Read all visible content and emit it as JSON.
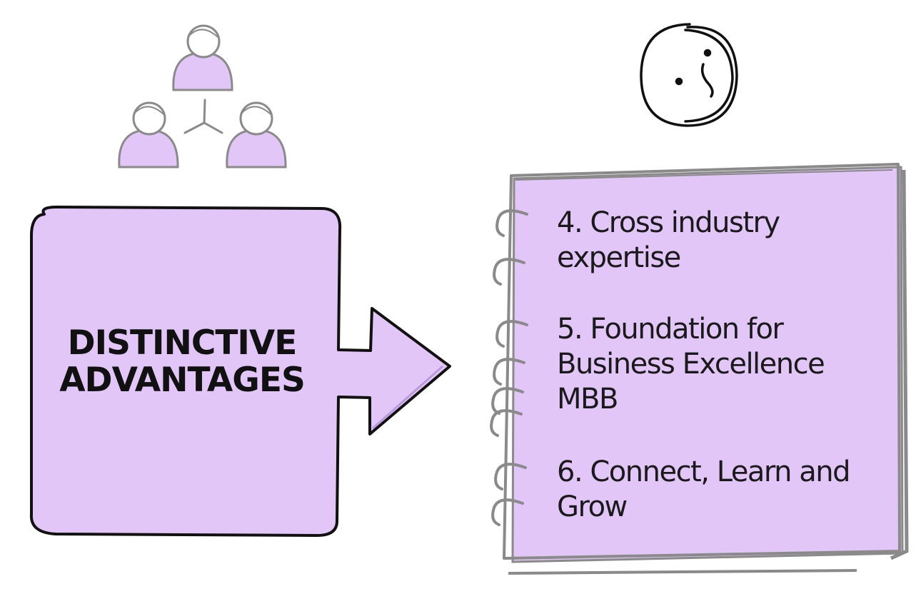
{
  "title": [
    "DISTINCTIVE",
    "ADVANTAGES"
  ],
  "items": [
    "4. Cross industry expertise",
    "5. Foundation for Business Excellence MBB",
    "6. Connect, Learn and Grow"
  ],
  "icons": {
    "people": "people-network-icon",
    "face": "face-icon",
    "spiral": "spiral-binding-icon"
  },
  "colors": {
    "fill": "#e2c6f8",
    "outline": "#111111",
    "gray": "#8a8a8a"
  }
}
